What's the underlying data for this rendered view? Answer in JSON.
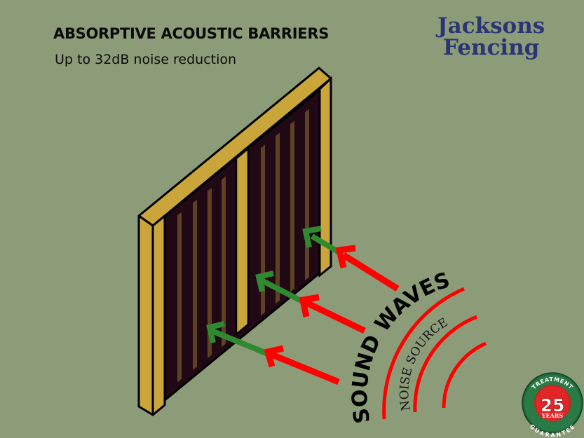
{
  "header": {
    "title": "ABSORPTIVE ACOUSTIC BARRIERS",
    "subtitle": "Up to 32dB noise reduction"
  },
  "logo": {
    "line1": "Jacksons",
    "line2": "Fencing",
    "color": "#2b3575"
  },
  "diagram": {
    "label_sound_waves": "SOUND WAVES",
    "label_noise_source": "NOISE SOURCE",
    "colors": {
      "background": "#8c9c78",
      "frame": "#c9a53a",
      "panel": "#200915",
      "slat": "#5e4022",
      "incoming_arrow": "#ff0000",
      "absorbed_arrow": "#2f8a2f",
      "wave": "#ff0000"
    }
  },
  "badge": {
    "top_text": "TREATMENT",
    "number": "25",
    "unit": "YEARS",
    "bottom_text": "GUARANTEE"
  }
}
